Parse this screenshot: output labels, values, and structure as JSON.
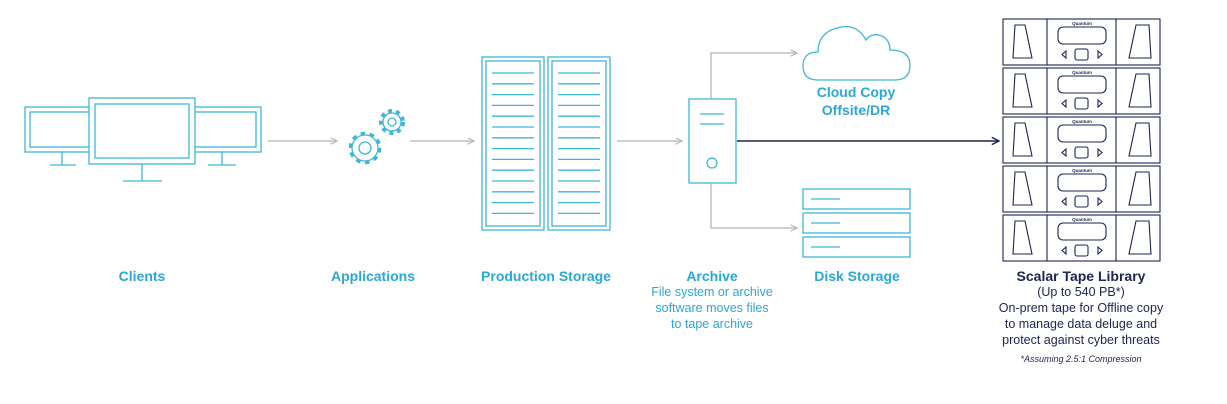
{
  "colors": {
    "accent": "#2ba6d8",
    "icon_stroke": "#3fb6d8",
    "dark": "#1d2452",
    "connector": "#b5b5b5"
  },
  "nodes": {
    "clients": {
      "title": "Clients",
      "icon": "monitors-icon"
    },
    "applications": {
      "title": "Applications",
      "icon": "gears-icon"
    },
    "production_storage": {
      "title": "Production Storage",
      "icon": "storage-rack-icon"
    },
    "archive": {
      "title": "Archive",
      "description": [
        "File system or archive",
        "software moves files",
        "to tape archive"
      ],
      "icon": "server-tower-icon"
    },
    "cloud": {
      "title_lines": [
        "Cloud Copy",
        "Offsite/DR"
      ],
      "icon": "cloud-icon"
    },
    "disk_storage": {
      "title": "Disk Storage",
      "icon": "disk-stack-icon"
    },
    "tape_library": {
      "title": "Scalar Tape Library",
      "description": [
        "(Up to 540 PB*)",
        "On-prem tape for Offline copy",
        "to manage data deluge and",
        "protect against cyber threats"
      ],
      "footnote": "*Assuming 2.5:1 Compression",
      "brand": "Quantum",
      "module_count": 5,
      "icon": "tape-library-icon"
    }
  }
}
